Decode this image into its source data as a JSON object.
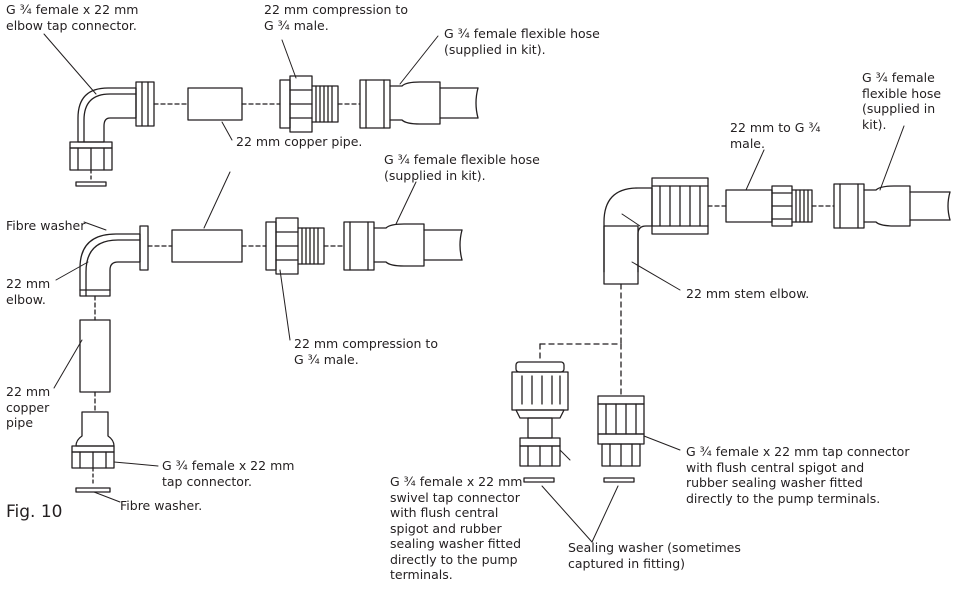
{
  "figure_label": "Fig. 10",
  "labels": {
    "elbow_tap_connector": "G ¾ female x 22 mm\nelbow tap connector.",
    "compression_top": "22 mm compression to\nG ¾ male.",
    "hose_top": "G ¾ female flexible hose\n(supplied in kit).",
    "copper_pipe": "22 mm copper pipe.",
    "hose_middle": "G ¾ female flexible hose\n(supplied in kit).",
    "fibre_washer_top": "Fibre washer",
    "elbow_22": "22 mm\nelbow.",
    "compression_mid": "22 mm compression to\nG ¾ male.",
    "copper_pipe_vertical": "22 mm\ncopper\npipe",
    "tap_connector_left": "G ¾ female x 22 mm\ntap connector.",
    "fibre_washer_bottom": "Fibre washer.",
    "hose_right": "G ¾ female\nflexible hose\n(supplied in\nkit).",
    "male_right": "22 mm to G ¾\nmale.",
    "stem_elbow": "22 mm stem elbow.",
    "swivel_connector": "G ¾ female x 22 mm\nswivel tap connector\nwith flush central\nspigot and rubber\nsealing washer fitted\ndirectly to the pump\nterminals.",
    "tap_connector_right": "G ¾ female x 22 mm tap connector\nwith flush central spigot and\nrubber sealing washer fitted\ndirectly to the pump terminals.",
    "sealing_washer": "Sealing washer (sometimes\ncaptured in fitting)"
  },
  "colors": {
    "ink": "#231f20",
    "background": "#ffffff"
  }
}
